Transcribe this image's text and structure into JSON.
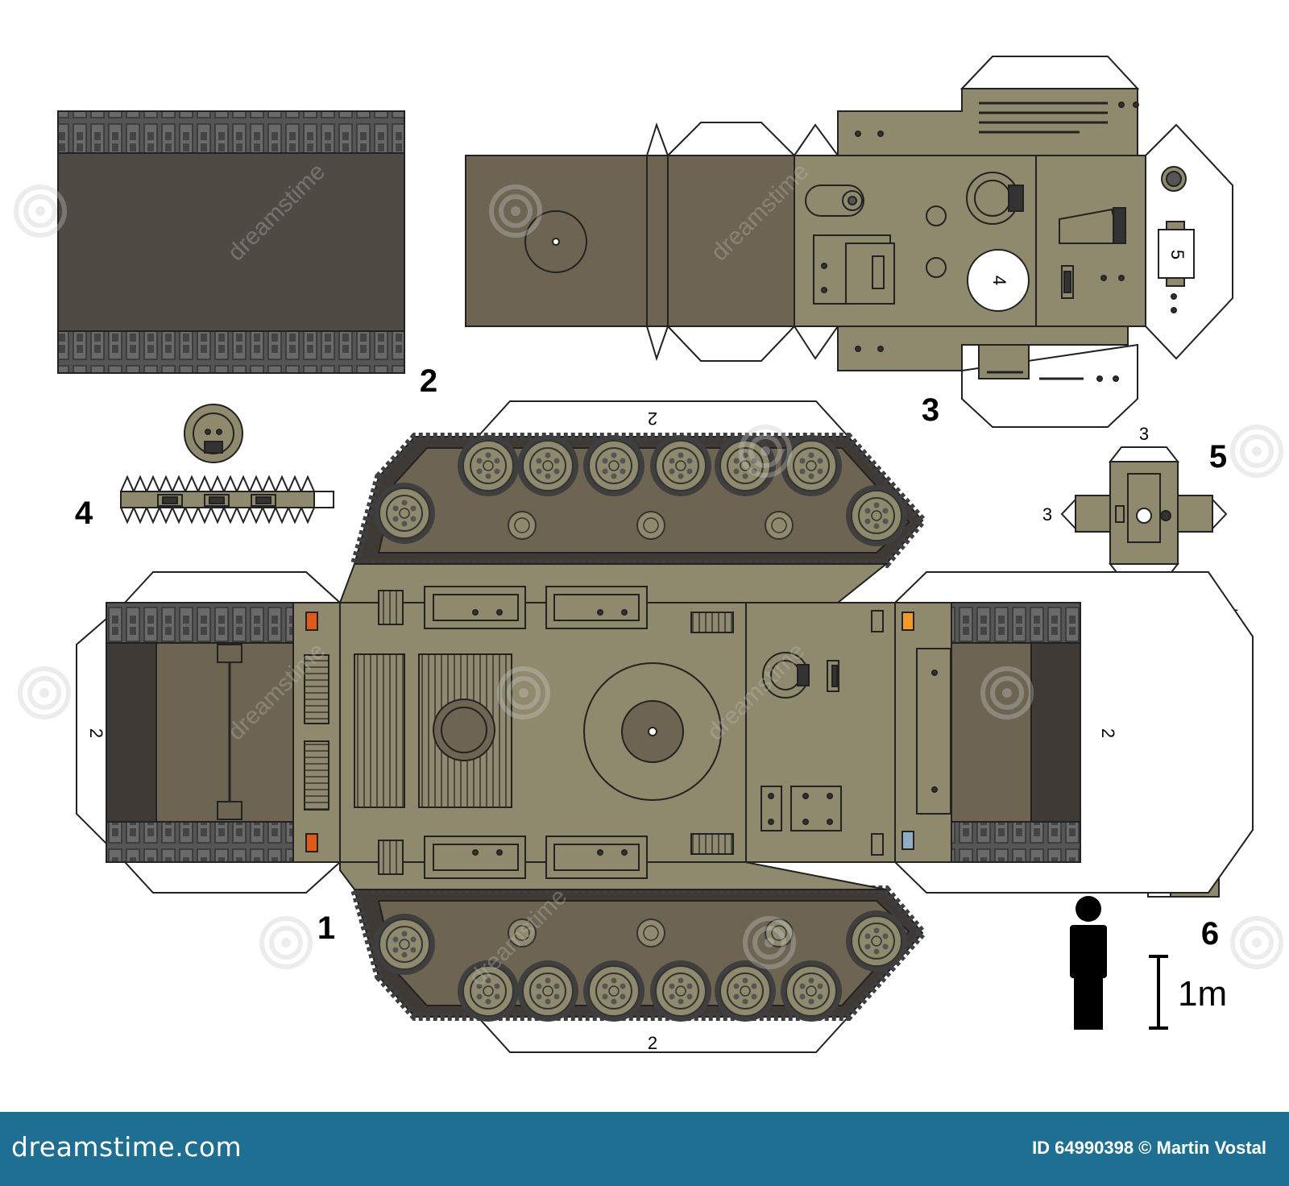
{
  "parts": {
    "part1": "1",
    "part2": "2",
    "part3": "3",
    "part4": "4",
    "part5": "5",
    "part6": "6"
  },
  "glue_labels": {
    "tab_2": "2",
    "tab_3": "3",
    "tab_5": "5",
    "panel_4": "4",
    "panel_5": "5"
  },
  "scale": {
    "label": "1m"
  },
  "watermark": {
    "text": "dreamstime"
  },
  "footer": {
    "brand": "dreamstime.com",
    "credit": "ID 64990398 © Martin Vostal"
  },
  "colors": {
    "olive": "#8f8a6e",
    "olive_dark": "#706b55",
    "brown_dark": "#4f4638",
    "track": "#4a4a4a",
    "footer": "#1f6f93"
  }
}
